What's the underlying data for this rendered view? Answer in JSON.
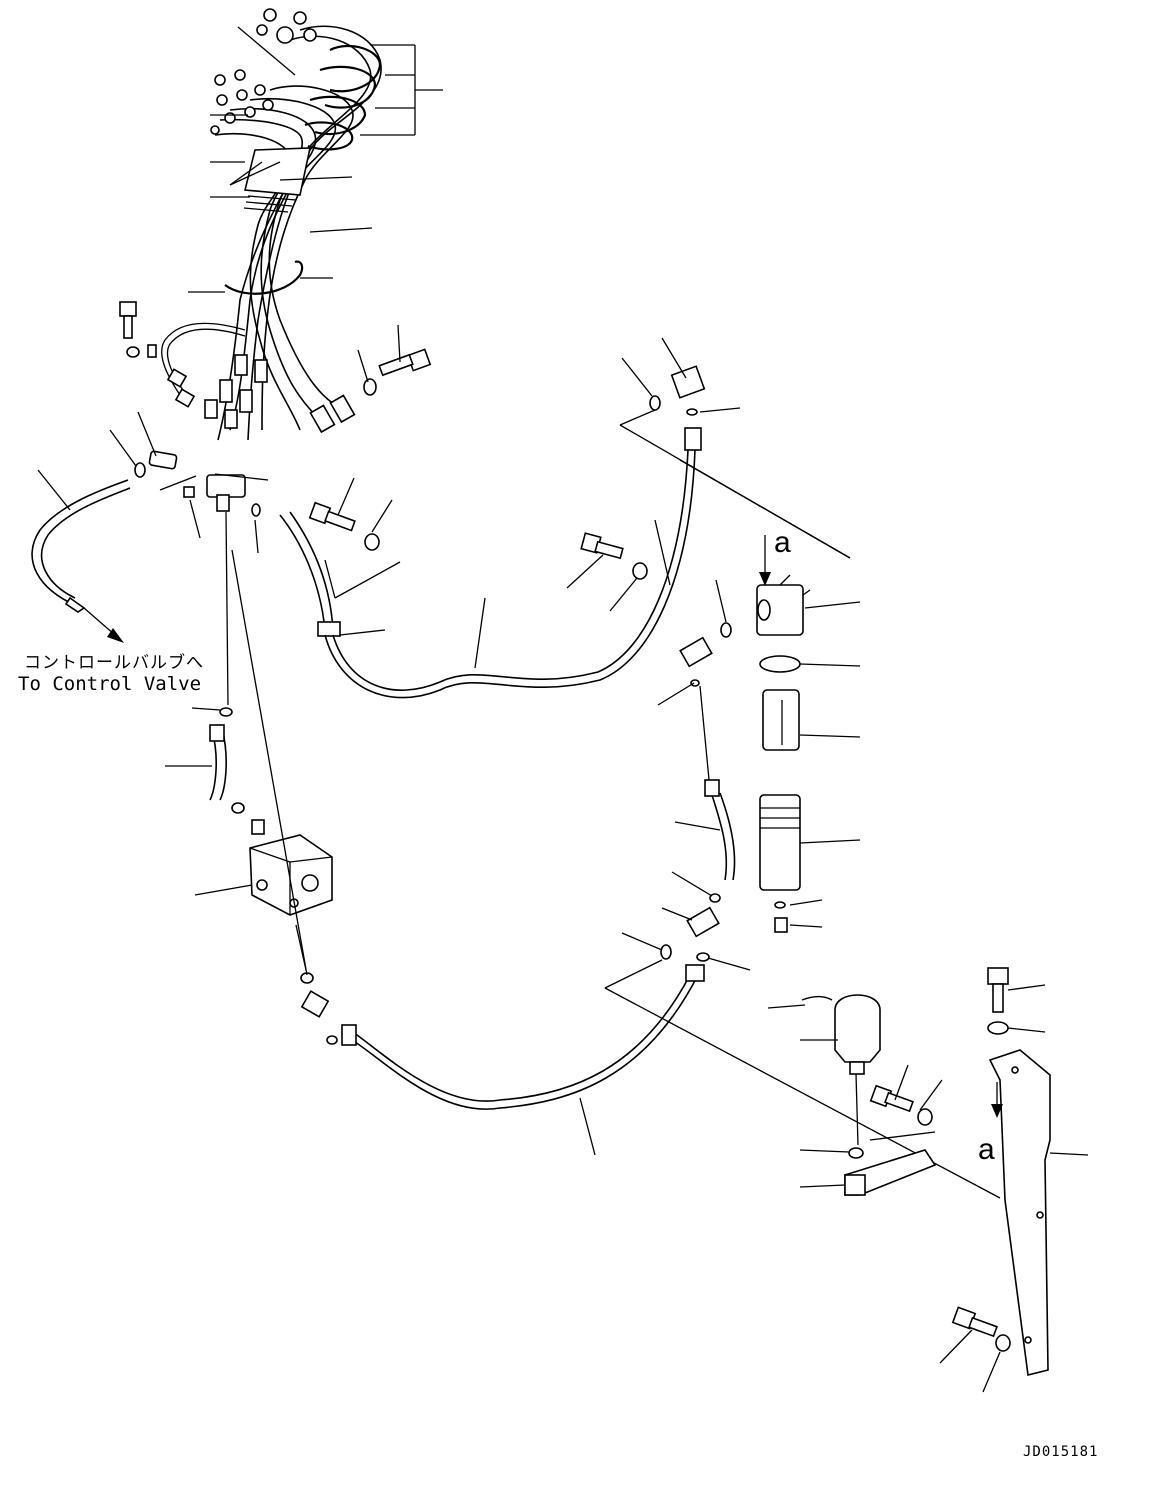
{
  "destination_label": {
    "jp": "コントロールバルブへ",
    "en": "To Control Valve"
  },
  "detail_callout": "a",
  "drawing_number": "JD015181"
}
